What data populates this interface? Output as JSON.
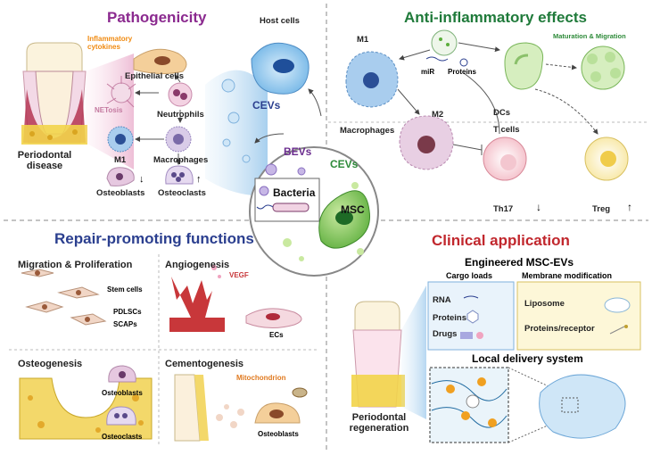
{
  "panels": {
    "pathogenicity": {
      "title": "Pathogenicity",
      "host_cells": "Host cells",
      "inflammatory_cytokines": "Inflammatory cytokines",
      "epithelial_cells": "Epithelial cells",
      "netosis": "NETosis",
      "neutrophils": "Neutrophils",
      "m1": "M1",
      "macrophages": "Macrophages",
      "osteoblasts": "Osteoblasts",
      "osteoclasts": "Osteoclasts",
      "cevs": "CEVs",
      "periodontal_disease": "Periodontal disease",
      "down_arrow": "↓",
      "up_arrow": "↑"
    },
    "anti_inflammatory": {
      "title": "Anti-inflammatory effects",
      "m1": "M1",
      "mir": "miR",
      "proteins": "Proteins",
      "maturation_migration": "Maturation & Migration",
      "dcs": "DCs",
      "t_cells": "T cells",
      "m2": "M2",
      "macrophages": "Macrophages",
      "th17": "Th17",
      "treg": "Treg",
      "down_arrow": "↓",
      "up_arrow": "↑"
    },
    "center": {
      "bevs": "BEVs",
      "cevs": "CEVs",
      "bacteria": "Bacteria",
      "msc": "MSC"
    },
    "repair": {
      "title": "Repair-promoting functions",
      "migration_proliferation": "Migration & Proliferation",
      "stem_cells": "Stem cells",
      "pdlscs": "PDLSCs",
      "scaps": "SCAPs",
      "angiogenesis": "Angiogenesis",
      "vegf": "VEGF",
      "ecs": "ECs",
      "osteogenesis": "Osteogenesis",
      "osteoblasts": "Osteoblasts",
      "osteoclasts": "Osteoclasts",
      "cementogenesis": "Cementogenesis",
      "mitochondrion": "Mitochondrion",
      "osteoblasts_2": "Osteoblasts"
    },
    "clinical": {
      "title": "Clinical application",
      "engineered": "Engineered MSC-EVs",
      "cargo_loads": "Cargo loads",
      "membrane_modification": "Membrane modification",
      "rna": "RNA",
      "proteins": "Proteins",
      "drugs": "Drugs",
      "liposome": "Liposome",
      "proteins_receptor": "Proteins/receptor",
      "local_delivery": "Local delivery system",
      "periodontal_regeneration": "Periodontal regeneration"
    }
  },
  "colors": {
    "pathogenicity": "#8b2a8f",
    "anti_inflammatory": "#1f7a3a",
    "repair": "#2b3f8f",
    "clinical": "#c1272d",
    "bevs": "#6b2d8f",
    "cevs_center": "#2e8b3a"
  }
}
